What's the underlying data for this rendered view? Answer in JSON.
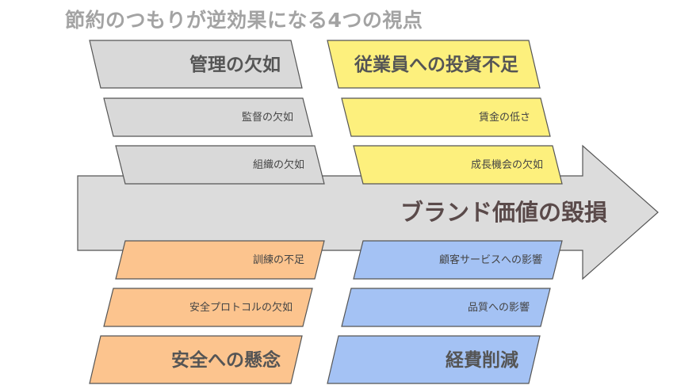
{
  "title": "節約のつもりが逆効果になる4つの視点",
  "center": "ブランド価値の毀損",
  "colors": {
    "arrow": "#dcdcdc",
    "gray": "#d9d9d9",
    "yellow": "#fdf07d",
    "orange": "#fcc48e",
    "blue": "#a4c2f4"
  },
  "groups": {
    "management": {
      "main": "管理の欠如",
      "items": [
        "監督の欠如",
        "組織の欠如"
      ]
    },
    "employees": {
      "main": "従業員への投資不足",
      "items": [
        "賃金の低さ",
        "成長機会の欠如"
      ]
    },
    "safety": {
      "main": "安全への懸念",
      "items": [
        "訓練の不足",
        "安全プロトコルの欠如"
      ]
    },
    "cost": {
      "main": "経費削減",
      "items": [
        "顧客サービスへの影響",
        "品質への影響"
      ]
    }
  }
}
